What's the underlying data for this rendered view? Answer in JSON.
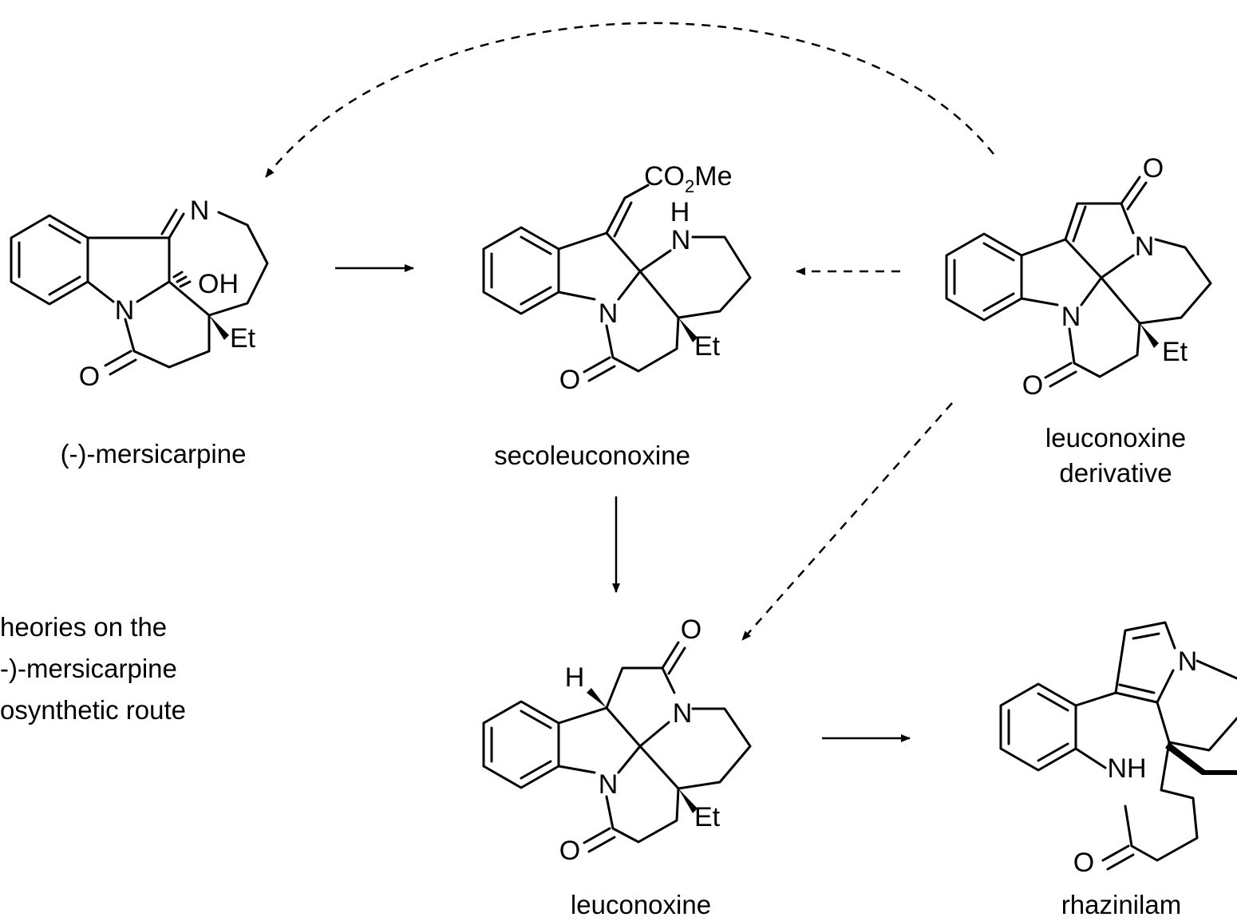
{
  "compounds": {
    "mersicarpine": "(-)-mersicarpine",
    "secoleuconoxine": "secoleuconoxine",
    "leuconoxine_derivative_line1": "leuconoxine",
    "leuconoxine_derivative_line2": "derivative",
    "leuconoxine": "leuconoxine",
    "rhazinilam": "rhazinilam"
  },
  "note_lines": [
    "heories on the",
    "-)-mersicarpine",
    "osynthetic route"
  ],
  "atoms": {
    "N": "N",
    "O": "O",
    "OH": "OH",
    "H": "H",
    "NH": "NH",
    "Et": "Et",
    "CO": "CO",
    "sub2": "2",
    "Me": "Me"
  }
}
